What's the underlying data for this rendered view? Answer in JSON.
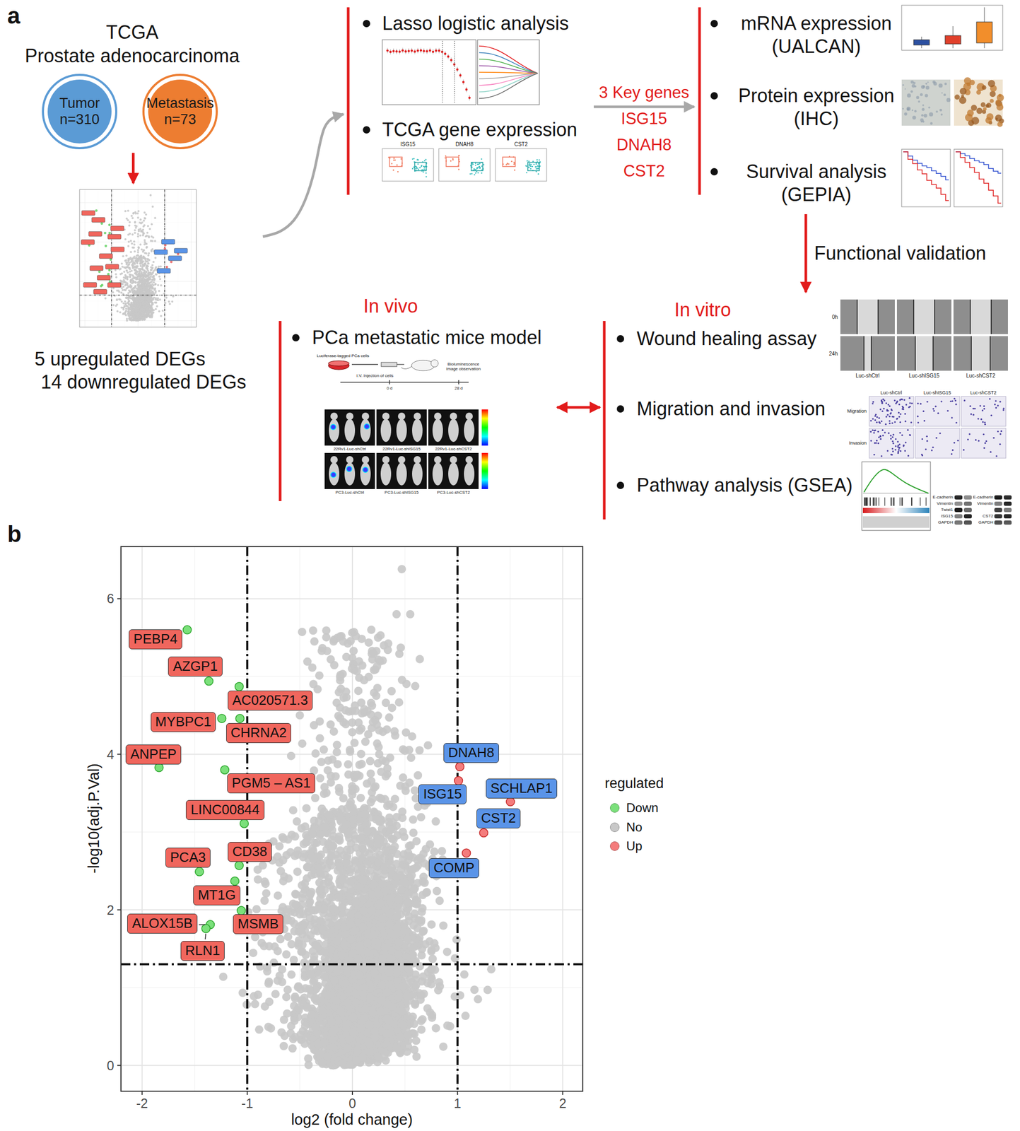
{
  "diagram": {
    "nodes": [
      {
        "text": [
          "TCGA",
          "Prostate adenocarcinoma"
        ]
      },
      {
        "text": [
          "Tumor",
          "n=310"
        ],
        "in": 0
      },
      {
        "text": [
          "Metastasis",
          "n=73"
        ],
        "in": 0
      },
      {
        "text": [
          "5 upregulated DEGs",
          "14 downregulated DEGs"
        ]
      },
      {
        "text": [
          "Lasso logistic analysis",
          "TCGA gene expression"
        ]
      },
      {
        "text": [
          "mRNA expression (UALCAN)",
          "Protein expression (IHC)",
          "Survival analysis (GEPIA)"
        ]
      },
      {
        "text": [
          "In vivo",
          "PCa metastatic mice model"
        ]
      },
      {
        "text": [
          "In vitro",
          "Wound healing assay",
          "Migration and invasion",
          "Pathway analysis (GSEA)"
        ]
      },
      {
        "text": [
          "PEBP4"
        ]
      },
      {
        "text": [
          "AZGP1"
        ]
      },
      {
        "text": [
          "AC020571.3"
        ]
      },
      {
        "text": [
          "MYBPC1"
        ]
      },
      {
        "text": [
          "CHRNA2"
        ]
      },
      {
        "text": [
          "ANPEP"
        ]
      },
      {
        "text": [
          "PGM5 – AS1"
        ]
      },
      {
        "text": [
          "LINC00844"
        ]
      },
      {
        "text": [
          "PCA3"
        ]
      },
      {
        "text": [
          "CD38"
        ]
      },
      {
        "text": [
          "MT1G"
        ]
      },
      {
        "text": [
          "ALOX15B"
        ]
      },
      {
        "text": [
          "MSMB"
        ]
      },
      {
        "text": [
          "RLN1"
        ]
      },
      {
        "text": [
          "DNAH8"
        ]
      },
      {
        "text": [
          "ISG15"
        ]
      },
      {
        "text": [
          "SCHLAP1"
        ]
      },
      {
        "text": [
          "CST2"
        ]
      },
      {
        "text": [
          "COMP"
        ]
      }
    ],
    "edges": [
      {
        "from": 0,
        "to": 3,
        "arrow": "to"
      },
      {
        "from": 3,
        "to": 4,
        "arrow": "to"
      },
      {
        "from": 4,
        "to": 5,
        "arrow": "to",
        "label": "3 Key genes ISG15 DNAH8 CST2"
      },
      {
        "from": 5,
        "to": 7,
        "arrow": "to",
        "label": "Functional validation"
      },
      {
        "from": 6,
        "to": 7,
        "arrow": "both"
      }
    ],
    "labels": [
      "a",
      "b",
      "ISG15",
      "DNAH8",
      "CST2",
      "0h",
      "24h",
      "Luc-shCtrl",
      "Luc-shISG15",
      "Luc-shCST2",
      "Luc-shCtrl",
      "Luc-shISG15",
      "Luc-shCST2",
      "Migration",
      "Invasion",
      "E-cadherin",
      "Vimentin",
      "Twist1",
      "ISG15",
      "GAPDH",
      "E-cadherin",
      "Vimentin",
      "CST2",
      "GAPDH",
      "Luciferase-tagged PCa cells",
      "I.V. Injection of cells",
      "Bioluminescence Image observation",
      "0 d",
      "28 d",
      "22Rv1-Luc-shCtrl",
      "22Rv1-Luc-shISG15",
      "22Rv1-Luc-shCST2",
      "PC3-Luc-shCtrl",
      "PC3-Luc-shISG15",
      "PC3-Luc-shCST2",
      "-2",
      "-1",
      "0",
      "1",
      "2",
      "0",
      "2",
      "4",
      "6",
      "log2 (fold change)",
      "-log10(adj.P.Val)",
      "regulated"
    ],
    "legend": [
      {
        "text": "Down",
        "color": "#7be07b"
      },
      {
        "text": "No",
        "color": "#c8c8c8"
      },
      {
        "text": "Up",
        "color": "#f47c7c"
      }
    ]
  }
}
